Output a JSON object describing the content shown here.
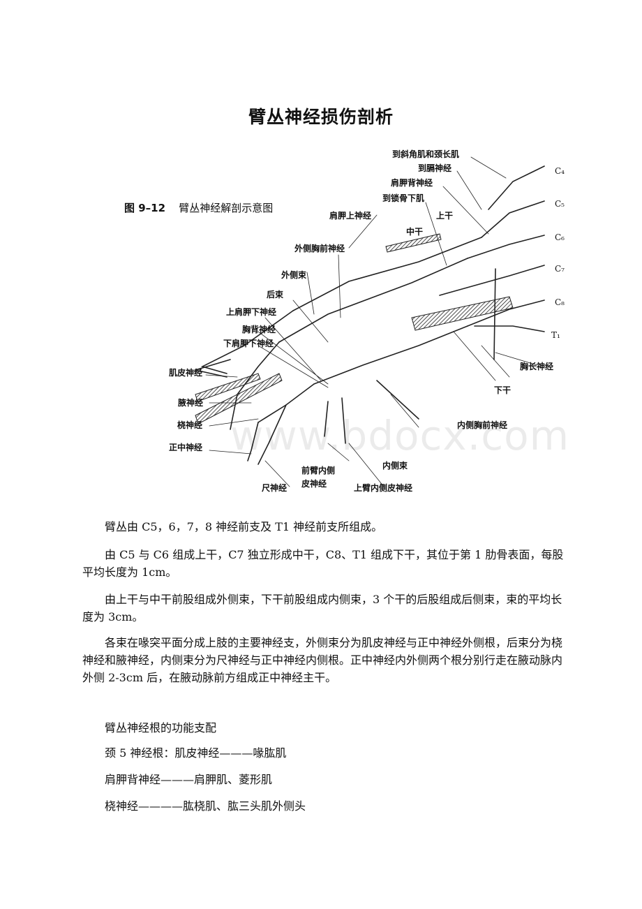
{
  "title": "臂丛神经损伤剖析",
  "figure": {
    "caption_number": "图 9–12",
    "caption_text": "臂丛神经解剖示意图",
    "watermark": "www.bdocx.com",
    "labels": {
      "scalene": "到斜角肌和颈长肌",
      "phrenic": "到膈神经",
      "dorsal_scapular": "肩胛背神经",
      "subclavius": "到锁骨下肌",
      "suprascapular": "肩胛上神经",
      "upper_trunk": "上干",
      "middle_trunk": "中干",
      "lateral_pectoral": "外侧胸前神经",
      "lateral_cord": "外侧束",
      "posterior_cord": "后束",
      "upper_subscapular": "上肩胛下神经",
      "thoracodorsal": "胸背神经",
      "lower_subscapular": "下肩胛下神经",
      "musculocutaneous": "肌皮神经",
      "axillary": "腋神经",
      "radial": "桡神经",
      "median": "正中神经",
      "ulnar": "尺神经",
      "medial_antebrachial_1": "前臂内侧",
      "medial_antebrachial_2": "皮神经",
      "medial_brachial": "上臂内侧皮神经",
      "medial_cord": "内侧束",
      "medial_pectoral": "内侧胸前神经",
      "long_thoracic": "胸长神经",
      "lower_trunk": "下干",
      "c4": "C₄",
      "c5": "C₅",
      "c6": "C₆",
      "c7": "C₇",
      "c8": "C₈",
      "t1": "T₁"
    }
  },
  "paragraphs": [
    "臂丛由 C5，6，7，8 神经前支及 T1 神经前支所组成。",
    "由 C5 与 C6 组成上干，C7 独立形成中干，C8、T1 组成下干，其位于第 1 肋骨表面，每股平均长度为 1cm。",
    "由上干与中干前股组成外侧束，下干前股组成内侧束，3 个干的后股组成后侧束，束的平均长度为 3cm。",
    "各束在喙突平面分成上肢的主要神经支，外侧束分为肌皮神经与正中神经外侧根，后束分为桡神经和腋神经，内侧束分为尺神经与正中神经内侧根。正中神经内外侧两个根分别行走在腋动脉内外侧 2-3cm 后，在腋动脉前方组成正中神经主干。",
    "臂丛神经根的功能支配",
    "颈 5 神经根：肌皮神经———喙肱肌",
    "肩胛背神经———肩胛肌、菱形肌",
    "桡神经————肱桡肌、肱三头肌外侧头"
  ]
}
